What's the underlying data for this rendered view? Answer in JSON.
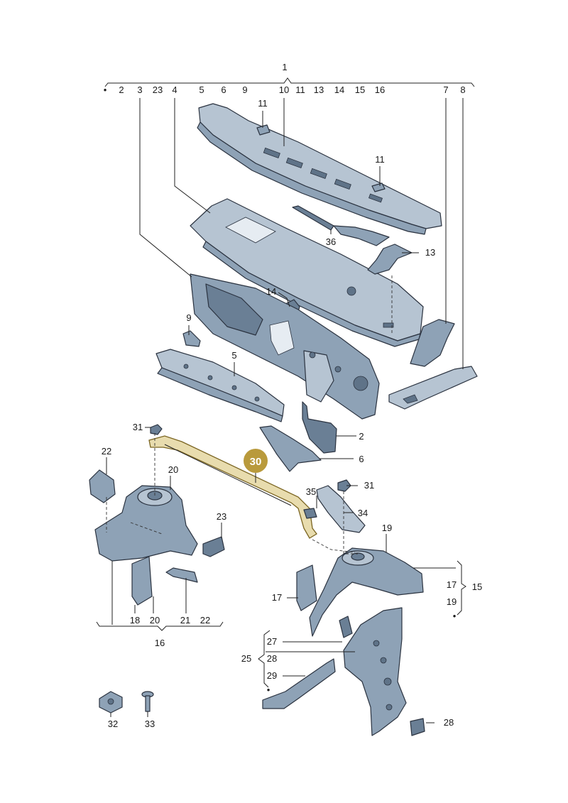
{
  "diagram": {
    "highlight_badge": "30",
    "accent_colors": {
      "highlight": "#b99a3c",
      "part_fill": "#8ea2b6"
    },
    "top_group": {
      "number": "1",
      "members": [
        "2",
        "3",
        "23",
        "4",
        "5",
        "6",
        "9",
        "10",
        "11",
        "13",
        "14",
        "15",
        "16",
        "7",
        "8"
      ]
    },
    "callouts": [
      {
        "id": "c11a",
        "text": "11"
      },
      {
        "id": "c11b",
        "text": "11"
      },
      {
        "id": "c36",
        "text": "36"
      },
      {
        "id": "c13",
        "text": "13"
      },
      {
        "id": "c14",
        "text": "14"
      },
      {
        "id": "c9",
        "text": "9"
      },
      {
        "id": "c5",
        "text": "5"
      },
      {
        "id": "c2",
        "text": "2"
      },
      {
        "id": "c6",
        "text": "6"
      },
      {
        "id": "c31a",
        "text": "31"
      },
      {
        "id": "c31b",
        "text": "31"
      },
      {
        "id": "c22",
        "text": "22"
      },
      {
        "id": "c20",
        "text": "20"
      },
      {
        "id": "c23",
        "text": "23"
      },
      {
        "id": "c35",
        "text": "35"
      },
      {
        "id": "c34",
        "text": "34"
      },
      {
        "id": "c19",
        "text": "19"
      },
      {
        "id": "c17",
        "text": "17"
      },
      {
        "id": "c17b",
        "text": "17"
      },
      {
        "id": "c15",
        "text": "15"
      },
      {
        "id": "c19b",
        "text": "19"
      },
      {
        "id": "c18",
        "text": "18"
      },
      {
        "id": "c20b",
        "text": "20"
      },
      {
        "id": "c21",
        "text": "21"
      },
      {
        "id": "c22b",
        "text": "22"
      },
      {
        "id": "c16",
        "text": "16"
      },
      {
        "id": "c27",
        "text": "27"
      },
      {
        "id": "c25",
        "text": "25"
      },
      {
        "id": "c28a",
        "text": "28"
      },
      {
        "id": "c29",
        "text": "29"
      },
      {
        "id": "c28b",
        "text": "28"
      },
      {
        "id": "c32",
        "text": "32"
      },
      {
        "id": "c33",
        "text": "33"
      }
    ]
  }
}
